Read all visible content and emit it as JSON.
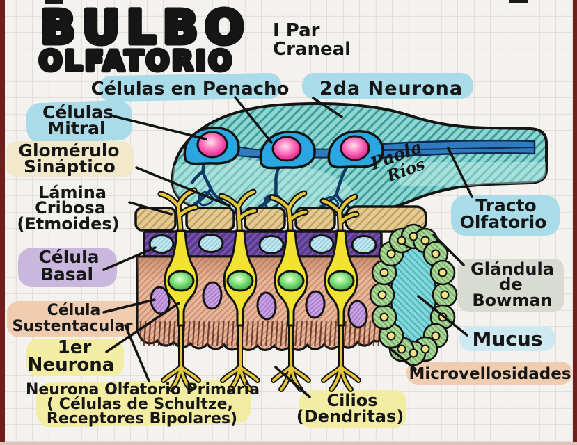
{
  "title": {
    "line1": "BULBO",
    "line2": "OLFATORIO",
    "subtitle_line1": "I Par",
    "subtitle_line2": "Craneal"
  },
  "signature": {
    "line1": "Paola",
    "line2": "Ríos"
  },
  "labels": {
    "celulas_en_penacho": {
      "text": "Células en Penacho",
      "highlight": "#a9dbe9"
    },
    "segunda_neurona": {
      "text": "2da Neurona",
      "highlight": "#a9dbe9"
    },
    "celulas_mitral": {
      "line1": "Células",
      "line2": "Mitral",
      "highlight": "#a9dbe9"
    },
    "glomerulo_sinaptico": {
      "line1": "Glomérulo",
      "line2": "Sináptico",
      "highlight": "#f2e9cb"
    },
    "lamina_cribosa": {
      "line1": "Lámina",
      "line2": "Cribosa",
      "line3": "(Etmoides)",
      "highlight": "none"
    },
    "celula_basal": {
      "line1": "Célula",
      "line2": "Basal",
      "highlight": "#cab7de"
    },
    "celula_sustentacular": {
      "line1": "Célula",
      "line2": "Sustentacular",
      "highlight": "#f0cdb0"
    },
    "primera_neurona": {
      "line1": "1er",
      "line2": "Neurona",
      "highlight": "#f2eda2"
    },
    "neurona_olfatoria_primaria": {
      "line1": "Neurona Olfatorio Primaria",
      "line2": "( Células de Schultze,",
      "line3": "Receptores Bipolares)",
      "highlight": "#f2eda2"
    },
    "tracto_olfatorio": {
      "line1": "Tracto",
      "line2": "Olfatorio",
      "highlight": "#a9dbe9"
    },
    "glandula_bowman": {
      "line1": "Glándula",
      "line2": "de",
      "line3": "Bowman",
      "highlight": "#d7dbd2"
    },
    "mucus": {
      "text": "Mucus",
      "highlight": "#cfe9f2"
    },
    "microvellosidades": {
      "text": "Microvellosidades",
      "highlight": "#f0cdb0"
    },
    "cilios_dendritas": {
      "line1": "Cilios",
      "line2": "(Dendritas)",
      "highlight": "#f2eda2"
    }
  },
  "colors": {
    "paper": "#f4f2ef",
    "grid": "#d6d2cd",
    "photo_edge_strip": "#6e1f1c",
    "bulb_teal": "#8ed6d0",
    "outline_black": "#141414",
    "axon_band_blue": "#2d7cc0",
    "mitral_cell_blue": "#2aa6e0",
    "mitral_nucleus_pink": "#ee3ba0",
    "lamina_tan": "#e4cb92",
    "basal_band_purple": "#5c3b90",
    "basal_cell_blue": "#c3e8f1",
    "epithelium_salmon": "#e8b79a",
    "neuron_yellow": "#f2e231",
    "neuron_nucleus_green": "#3fae4f",
    "sustentacular_nucleus_lavender": "#c9a2e2",
    "bowman_gland_green": "#abd897",
    "mucus_cyan": "#82d8da"
  }
}
